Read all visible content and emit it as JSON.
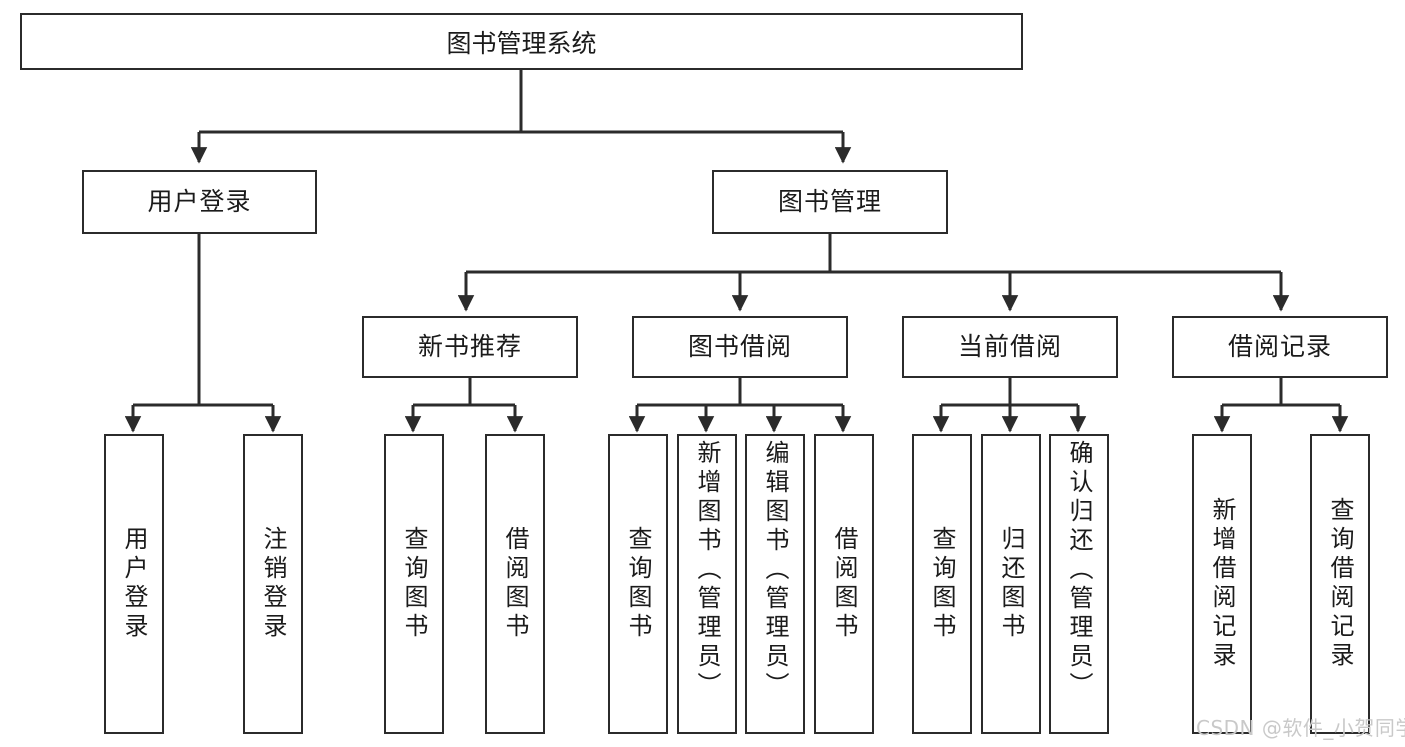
{
  "diagram": {
    "title": "图书管理系统",
    "type": "功能结构图",
    "watermark": "CSDN @软件_小贺同学",
    "colors": {
      "box_border": "#2b2b2b",
      "box_fill": "#ffffff",
      "edge": "#2b2b2b",
      "text": "#1b1b1b",
      "watermark": "#c9c9c9",
      "background": "#ffffff"
    },
    "nodes": {
      "root": {
        "label": "图书管理系统"
      },
      "level2": [
        {
          "id": "user-login",
          "label": "用户登录"
        },
        {
          "id": "book-manage",
          "label": "图书管理"
        }
      ],
      "level3": [
        {
          "id": "new-book-rec",
          "label": "新书推荐"
        },
        {
          "id": "book-borrow",
          "label": "图书借阅"
        },
        {
          "id": "current-borrow",
          "label": "当前借阅"
        },
        {
          "id": "borrow-record",
          "label": "借阅记录"
        }
      ],
      "leaves": [
        {
          "id": "leaf-user-login",
          "label": "用户登录",
          "parent": "user-login"
        },
        {
          "id": "leaf-logout-login",
          "label": "注销登录",
          "parent": "user-login"
        },
        {
          "id": "leaf-query-book-1",
          "label": "查询图书",
          "parent": "new-book-rec"
        },
        {
          "id": "leaf-borrow-book-1",
          "label": "借阅图书",
          "parent": "new-book-rec"
        },
        {
          "id": "leaf-query-book-2",
          "label": "查询图书",
          "parent": "book-borrow"
        },
        {
          "id": "leaf-add-book",
          "label": "新增图书（管理员）",
          "parent": "book-borrow"
        },
        {
          "id": "leaf-edit-book",
          "label": "编辑图书（管理员）",
          "parent": "book-borrow"
        },
        {
          "id": "leaf-borrow-book-2",
          "label": "借阅图书",
          "parent": "book-borrow"
        },
        {
          "id": "leaf-query-book-3",
          "label": "查询图书",
          "parent": "current-borrow"
        },
        {
          "id": "leaf-return-book",
          "label": "归还图书",
          "parent": "current-borrow"
        },
        {
          "id": "leaf-confirm-return",
          "label": "确认归还（管理员）",
          "parent": "current-borrow"
        },
        {
          "id": "leaf-add-record",
          "label": "新增借阅记录",
          "parent": "borrow-record"
        },
        {
          "id": "leaf-query-record",
          "label": "查询借阅记录",
          "parent": "borrow-record"
        }
      ]
    }
  }
}
